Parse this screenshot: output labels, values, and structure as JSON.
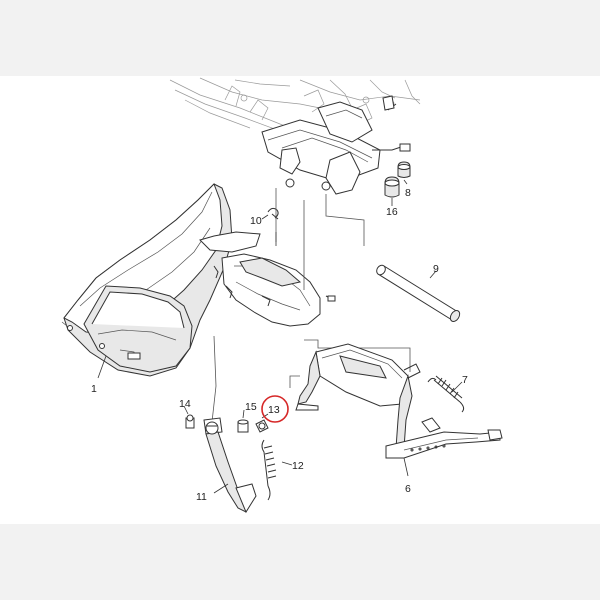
{
  "diagram": {
    "highlight_color": "#d62828",
    "highlighted_part": "13",
    "callouts": [
      {
        "id": "c1",
        "label": "1"
      },
      {
        "id": "c6",
        "label": "6"
      },
      {
        "id": "c7",
        "label": "7"
      },
      {
        "id": "c8",
        "label": "8"
      },
      {
        "id": "c9",
        "label": "9"
      },
      {
        "id": "c10",
        "label": "10"
      },
      {
        "id": "c11",
        "label": "11"
      },
      {
        "id": "c12",
        "label": "12"
      },
      {
        "id": "c13",
        "label": "13"
      },
      {
        "id": "c14",
        "label": "14"
      },
      {
        "id": "c15",
        "label": "15"
      },
      {
        "id": "c16",
        "label": "16"
      }
    ]
  }
}
